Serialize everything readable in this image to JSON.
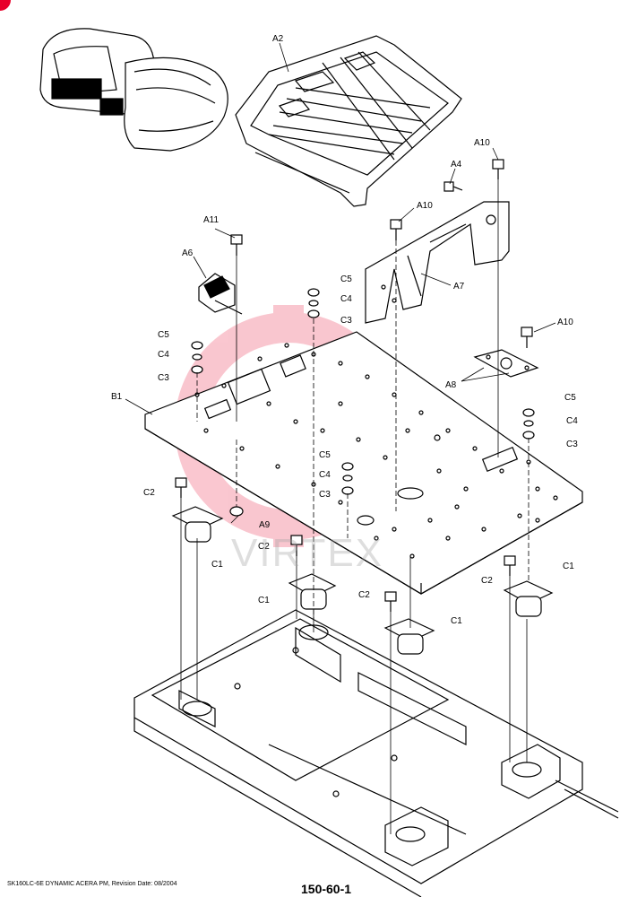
{
  "footer": {
    "model_text": "SK160LC-6E DYNAMIC ACERA PM, Revision Date: 08/2004",
    "page_number": "150-60-1"
  },
  "watermark": {
    "text": "VIRTEX",
    "color": "#e8002a"
  },
  "labels": {
    "A2": "A2",
    "A4": "A4",
    "A6": "A6",
    "A7": "A7",
    "A8": "A8",
    "A9": "A9",
    "A10a": "A10",
    "A10b": "A10",
    "A10c": "A10",
    "A11": "A11",
    "B1": "B1",
    "C5a": "C5",
    "C4a": "C4",
    "C3a": "C3",
    "C5b": "C5",
    "C4b": "C4",
    "C3b": "C3",
    "C5c": "C5",
    "C4c": "C4",
    "C3c": "C3",
    "C5d": "C5",
    "C4d": "C4",
    "C3d": "C3",
    "C2a": "C2",
    "C2b": "C2",
    "C2c": "C2",
    "C2d": "C2",
    "C1a": "C1",
    "C1b": "C1",
    "C1c": "C1",
    "C1d": "C1"
  }
}
